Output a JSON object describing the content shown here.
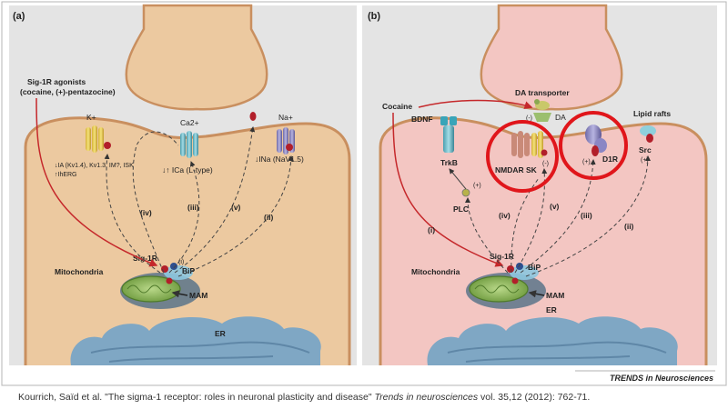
{
  "panel_a": {
    "tag": "(a)",
    "agonists_line1": "Sig-1R agonists",
    "agonists_line2": "(cocaine, (+)-pentazocine)",
    "k_channel": "K+",
    "ca_channel": "Ca2+",
    "na_channel": "Na+",
    "k_currents_line1": "↓IA (Kv1.4), Kv1.3, IM?, ISK",
    "k_currents_line2": "↑IhERG",
    "ca_current": "↓↑ ICa (L-type)",
    "na_current": "↓INa (NaV1.5)",
    "path_iv": "(iv)",
    "path_iii": "(iii)",
    "path_v": "(v)",
    "path_ii": "(ii)",
    "path_i": "(i)",
    "sig1r": "Sig-1R",
    "bip": "BiP",
    "mitochondria": "Mitochondria",
    "mam": "MAM",
    "er": "ER"
  },
  "panel_b": {
    "tag": "(b)",
    "cocaine": "Cocaine",
    "bdnf": "BDNF",
    "trkb": "TrkB",
    "da_transporter": "DA transporter",
    "da": "DA",
    "minus_dat": "(-)",
    "lipid_rafts": "Lipid rafts",
    "nmdar_sk": "NMDAR SK",
    "minus_sk": "(-)",
    "d1r": "D1R",
    "plus_d1r": "(+)",
    "src": "Src",
    "plus_src": "(+)",
    "plc": "PLC",
    "plus_plc": "(+)",
    "path_i": "(i)",
    "path_iv": "(iv)",
    "path_v": "(v)",
    "path_iii": "(iii)",
    "path_ii": "(ii)",
    "sig1r": "Sig-1R",
    "bip": "BiP",
    "mitochondria": "Mitochondria",
    "mam": "MAM",
    "er": "ER"
  },
  "journal_tag": "TRENDS in Neurosciences",
  "citation": {
    "authors": "Kourrich, Saïd et al. ",
    "title": "\"The sigma-1 receptor: roles in neuronal plasticity and disease\" ",
    "journal": "Trends in neurosciences",
    "details": " vol. 35,12 (2012): 762-71."
  },
  "colors": {
    "cell_a": "#ecc9a0",
    "cell_b": "#f3c6c2",
    "membrane": "#c98f5f",
    "er": "#7fa7c4",
    "highlight": "#e0161b",
    "red_arrow": "#c5282b"
  }
}
